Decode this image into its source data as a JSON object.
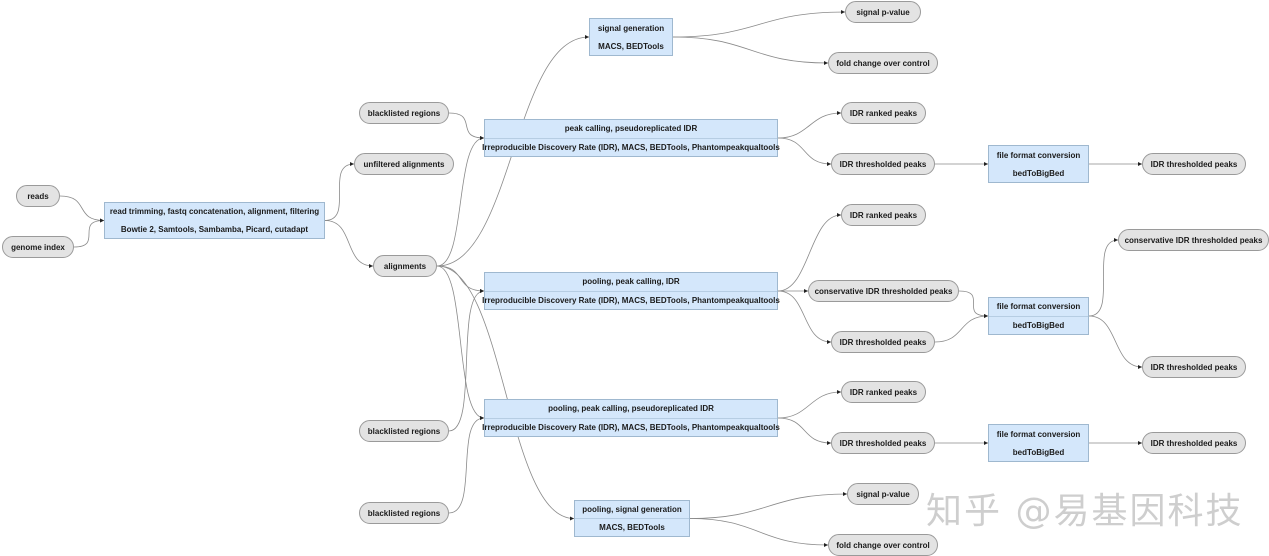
{
  "diagram": {
    "colors": {
      "data_node_fill": "#e3e3e3",
      "step_node_fill": "#d4e7fb",
      "edge": "#8a8a8a"
    },
    "data_nodes": {
      "reads": "reads",
      "genome_index": "genome index",
      "unfiltered_alignments": "unfiltered alignments",
      "alignments": "alignments",
      "blacklisted_1": "blacklisted regions",
      "blacklisted_2": "blacklisted regions",
      "blacklisted_3": "blacklisted regions",
      "signal_pvalue_1": "signal p-value",
      "fold_change_1": "fold change over control",
      "idr_ranked_1": "IDR ranked peaks",
      "idr_thresh_1": "IDR thresholded peaks",
      "idr_thresh_1_out": "IDR thresholded peaks",
      "idr_ranked_2": "IDR ranked peaks",
      "cons_idr_2": "conservative IDR thresholded peaks",
      "idr_thresh_2": "IDR thresholded peaks",
      "cons_idr_2_out": "conservative IDR thresholded peaks",
      "idr_thresh_2_out": "IDR thresholded peaks",
      "idr_ranked_3": "IDR ranked peaks",
      "idr_thresh_3": "IDR thresholded peaks",
      "idr_thresh_3_out": "IDR thresholded peaks",
      "signal_pvalue_2": "signal p-value",
      "fold_change_2": "fold change over control"
    },
    "step_nodes": {
      "align": {
        "title": "read trimming, fastq concatenation, alignment, filtering",
        "tools": "Bowtie 2, Samtools, Sambamba, Picard, cutadapt"
      },
      "signal_gen": {
        "title": "signal generation",
        "tools": "MACS, BEDTools"
      },
      "peak_pseudo": {
        "title": "peak calling, pseudoreplicated IDR",
        "tools": "Irreproducible Discovery Rate (IDR), MACS, BEDTools, Phantompeakqualtools"
      },
      "pool_peak_idr": {
        "title": "pooling, peak calling, IDR",
        "tools": "Irreproducible Discovery Rate (IDR), MACS, BEDTools, Phantompeakqualtools"
      },
      "pool_peak_pseudo": {
        "title": "pooling, peak calling, pseudoreplicated IDR",
        "tools": "Irreproducible Discovery Rate (IDR), MACS, BEDTools, Phantompeakqualtools"
      },
      "pool_signal": {
        "title": "pooling, signal generation",
        "tools": "MACS, BEDTools"
      },
      "conv_1": {
        "title": "file format conversion",
        "tools": "bedToBigBed"
      },
      "conv_2": {
        "title": "file format conversion",
        "tools": "bedToBigBed"
      },
      "conv_3": {
        "title": "file format conversion",
        "tools": "bedToBigBed"
      }
    },
    "edges": [
      [
        "reads",
        "align"
      ],
      [
        "genome_index",
        "align"
      ],
      [
        "align",
        "unfiltered_alignments"
      ],
      [
        "align",
        "alignments"
      ],
      [
        "alignments",
        "signal_gen"
      ],
      [
        "alignments",
        "peak_pseudo"
      ],
      [
        "blacklisted_1",
        "peak_pseudo"
      ],
      [
        "signal_gen",
        "signal_pvalue_1"
      ],
      [
        "signal_gen",
        "fold_change_1"
      ],
      [
        "peak_pseudo",
        "idr_ranked_1"
      ],
      [
        "peak_pseudo",
        "idr_thresh_1"
      ],
      [
        "idr_thresh_1",
        "conv_1"
      ],
      [
        "conv_1",
        "idr_thresh_1_out"
      ],
      [
        "alignments",
        "pool_peak_idr"
      ],
      [
        "blacklisted_2",
        "pool_peak_idr"
      ],
      [
        "pool_peak_idr",
        "idr_ranked_2"
      ],
      [
        "pool_peak_idr",
        "cons_idr_2"
      ],
      [
        "pool_peak_idr",
        "idr_thresh_2"
      ],
      [
        "cons_idr_2",
        "conv_2"
      ],
      [
        "idr_thresh_2",
        "conv_2"
      ],
      [
        "conv_2",
        "cons_idr_2_out"
      ],
      [
        "conv_2",
        "idr_thresh_2_out"
      ],
      [
        "alignments",
        "pool_peak_pseudo"
      ],
      [
        "blacklisted_3",
        "pool_peak_pseudo"
      ],
      [
        "pool_peak_pseudo",
        "idr_ranked_3"
      ],
      [
        "pool_peak_pseudo",
        "idr_thresh_3"
      ],
      [
        "idr_thresh_3",
        "conv_3"
      ],
      [
        "conv_3",
        "idr_thresh_3_out"
      ],
      [
        "alignments",
        "pool_signal"
      ],
      [
        "pool_signal",
        "signal_pvalue_2"
      ],
      [
        "pool_signal",
        "fold_change_2"
      ]
    ]
  },
  "watermark": "知乎 @易基因科技"
}
